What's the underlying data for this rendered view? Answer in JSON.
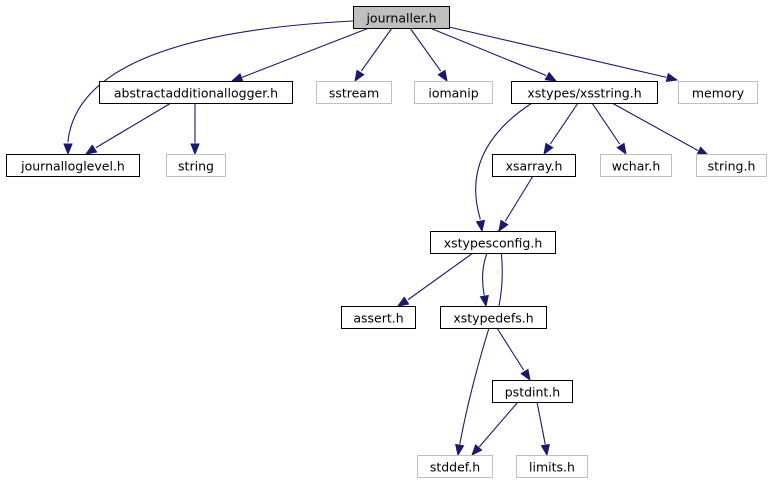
{
  "graph": {
    "colors": {
      "edge": "#191970",
      "root_fill": "#bfbfbf",
      "node_border": "#000000",
      "external_border": "#bfbfbf"
    },
    "nodes": [
      {
        "id": "journaller",
        "label": "journaller.h",
        "kind": "root"
      },
      {
        "id": "abstract",
        "label": "abstractadditionallogger.h",
        "kind": "doc"
      },
      {
        "id": "sstream",
        "label": "sstream",
        "kind": "ext"
      },
      {
        "id": "iomanip",
        "label": "iomanip",
        "kind": "ext"
      },
      {
        "id": "xsstring",
        "label": "xstypes/xsstring.h",
        "kind": "doc"
      },
      {
        "id": "memory",
        "label": "memory",
        "kind": "ext"
      },
      {
        "id": "journalloglevel",
        "label": "journalloglevel.h",
        "kind": "doc"
      },
      {
        "id": "string",
        "label": "string",
        "kind": "ext"
      },
      {
        "id": "xsarray",
        "label": "xsarray.h",
        "kind": "doc"
      },
      {
        "id": "wchar",
        "label": "wchar.h",
        "kind": "ext"
      },
      {
        "id": "stringh",
        "label": "string.h",
        "kind": "ext"
      },
      {
        "id": "xstypesconfig",
        "label": "xstypesconfig.h",
        "kind": "doc"
      },
      {
        "id": "assert",
        "label": "assert.h",
        "kind": "doc"
      },
      {
        "id": "xstypedefs",
        "label": "xstypedefs.h",
        "kind": "doc"
      },
      {
        "id": "pstdint",
        "label": "pstdint.h",
        "kind": "doc"
      },
      {
        "id": "stddef",
        "label": "stddef.h",
        "kind": "ext"
      },
      {
        "id": "limits",
        "label": "limits.h",
        "kind": "ext"
      }
    ],
    "edges": [
      {
        "from": "journaller",
        "to": "journalloglevel"
      },
      {
        "from": "journaller",
        "to": "abstract"
      },
      {
        "from": "journaller",
        "to": "sstream"
      },
      {
        "from": "journaller",
        "to": "iomanip"
      },
      {
        "from": "journaller",
        "to": "xsstring"
      },
      {
        "from": "journaller",
        "to": "memory"
      },
      {
        "from": "abstract",
        "to": "journalloglevel"
      },
      {
        "from": "abstract",
        "to": "string"
      },
      {
        "from": "xsstring",
        "to": "xstypesconfig"
      },
      {
        "from": "xsstring",
        "to": "xsarray"
      },
      {
        "from": "xsstring",
        "to": "wchar"
      },
      {
        "from": "xsstring",
        "to": "stringh"
      },
      {
        "from": "xsarray",
        "to": "xstypesconfig"
      },
      {
        "from": "xstypesconfig",
        "to": "assert"
      },
      {
        "from": "xstypesconfig",
        "to": "xstypedefs"
      },
      {
        "from": "xstypedefs",
        "to": "xstypesconfig"
      },
      {
        "from": "xstypedefs",
        "to": "pstdint"
      },
      {
        "from": "xstypedefs",
        "to": "stddef"
      },
      {
        "from": "pstdint",
        "to": "stddef"
      },
      {
        "from": "pstdint",
        "to": "limits"
      }
    ]
  }
}
